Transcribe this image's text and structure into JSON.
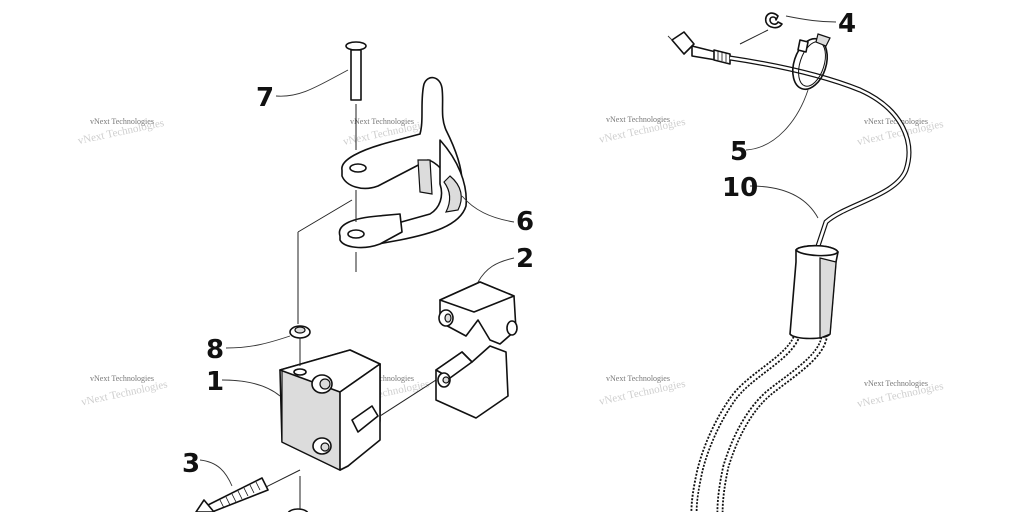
{
  "callouts": {
    "c1": "1",
    "c2": "2",
    "c3": "3",
    "c4": "4",
    "c5": "5",
    "c6": "6",
    "c7": "7",
    "c8": "8",
    "c10": "10"
  },
  "watermark": "vNext Technologies",
  "colors": {
    "ink": "#111111",
    "watermark": "#777777",
    "shade": "#dcdcdc"
  }
}
